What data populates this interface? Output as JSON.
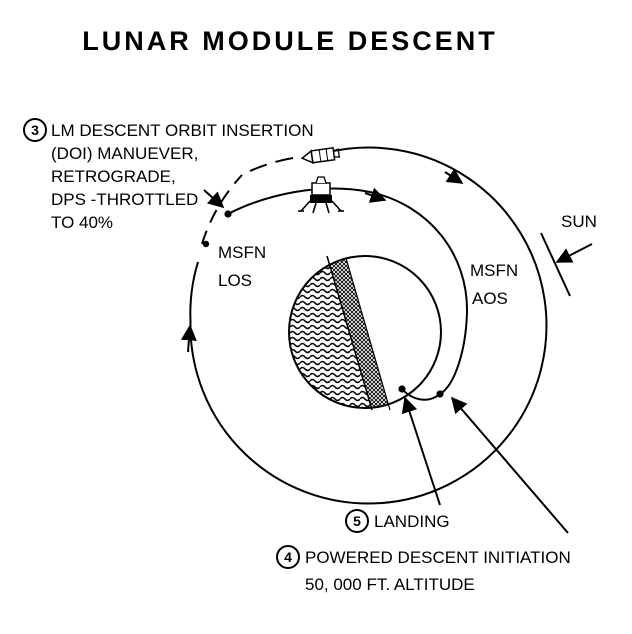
{
  "title": "LUNAR MODULE DESCENT",
  "labels": {
    "step3": {
      "number": "3",
      "lines": [
        "LM DESCENT ORBIT INSERTION",
        "(DOI) MANUEVER,",
        "RETROGRADE,",
        "DPS -THROTTLED",
        "TO 40%"
      ]
    },
    "msfn_los": [
      "MSFN",
      "LOS"
    ],
    "msfn_aos": [
      "MSFN",
      "AOS"
    ],
    "sun": "SUN",
    "step5": {
      "number": "5",
      "text": "LANDING"
    },
    "step4": {
      "number": "4",
      "lines": [
        "POWERED DESCENT INITIATION",
        "50, 000 FT. ALTITUDE"
      ]
    }
  },
  "colors": {
    "ink": "#000000",
    "paper": "#ffffff"
  },
  "icons": [
    "csm-spacecraft-icon",
    "lunar-module-icon"
  ]
}
